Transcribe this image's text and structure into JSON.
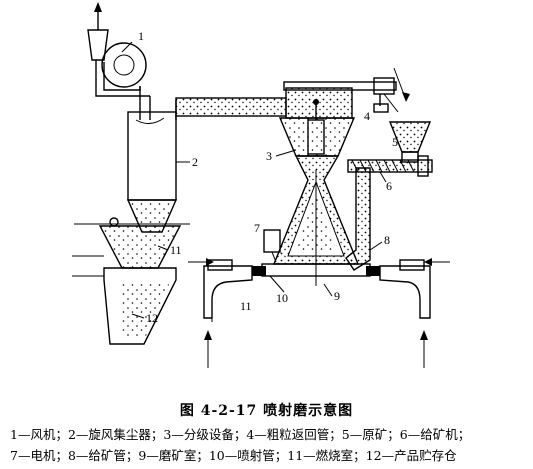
{
  "figure": {
    "caption": "图 4-2-17   喷射磨示意图",
    "legend_line1": "1—风机；2—旋风集尘器；3—分级设备；4—粗粒返回管；5—原矿；6—给矿机；",
    "legend_line2": "7—电机；8—给矿管；9—磨矿室；10—喷射管；11—燃烧室；12—产品贮存仓"
  },
  "callouts": {
    "n1": "1",
    "n2": "2",
    "n3": "3",
    "n4": "4",
    "n5": "5",
    "n6": "6",
    "n7": "7",
    "n8": "8",
    "n9": "9",
    "n10": "10",
    "n11a": "11",
    "n11b": "11",
    "n12": "12"
  }
}
